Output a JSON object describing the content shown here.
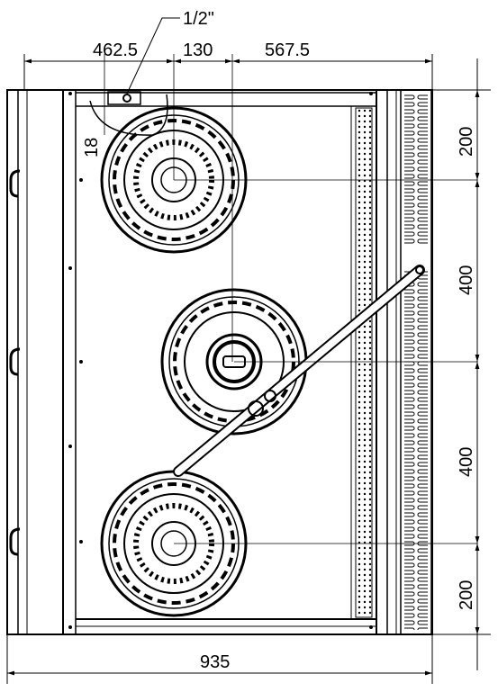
{
  "dimensions": {
    "top_left": "462.5",
    "top_mid": "130",
    "top_right": "567.5",
    "pipe_size": "1/2\"",
    "offset": "18",
    "right_top": "200",
    "right_mid1": "400",
    "right_mid2": "400",
    "right_bottom": "200",
    "bottom_width": "935"
  }
}
